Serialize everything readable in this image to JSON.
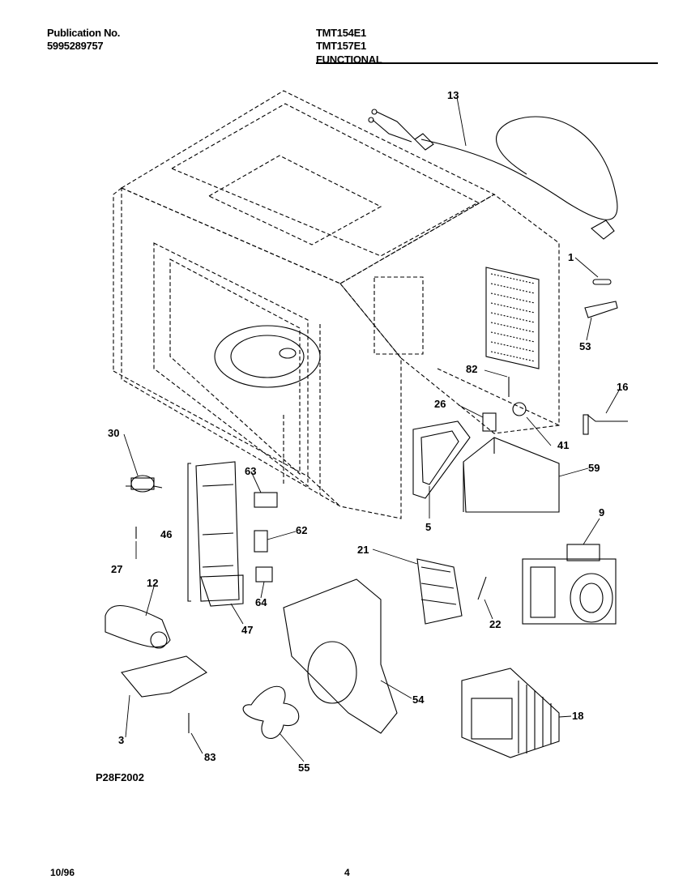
{
  "header": {
    "publication_label": "Publication No.",
    "publication_number": "5995289757",
    "model_1": "TMT154E1",
    "model_2": "TMT157E1",
    "section": "FUNCTIONAL"
  },
  "callouts": [
    {
      "id": "c13",
      "text": "13"
    },
    {
      "id": "c1",
      "text": "1"
    },
    {
      "id": "c53",
      "text": "53"
    },
    {
      "id": "c82",
      "text": "82"
    },
    {
      "id": "c16",
      "text": "16"
    },
    {
      "id": "c26",
      "text": "26"
    },
    {
      "id": "c41",
      "text": "41"
    },
    {
      "id": "c59",
      "text": "59"
    },
    {
      "id": "c5",
      "text": "5"
    },
    {
      "id": "c9",
      "text": "9"
    },
    {
      "id": "c30",
      "text": "30"
    },
    {
      "id": "c63",
      "text": "63"
    },
    {
      "id": "c62",
      "text": "62"
    },
    {
      "id": "c46",
      "text": "46"
    },
    {
      "id": "c27",
      "text": "27"
    },
    {
      "id": "c64",
      "text": "64"
    },
    {
      "id": "c47",
      "text": "47"
    },
    {
      "id": "c21",
      "text": "21"
    },
    {
      "id": "c22",
      "text": "22"
    },
    {
      "id": "c12",
      "text": "12"
    },
    {
      "id": "c54",
      "text": "54"
    },
    {
      "id": "c18",
      "text": "18"
    },
    {
      "id": "c3",
      "text": "3"
    },
    {
      "id": "c83",
      "text": "83"
    },
    {
      "id": "c55",
      "text": "55"
    }
  ],
  "figure_code": "P28F2002",
  "footer": {
    "date": "10/96",
    "page": "4"
  }
}
